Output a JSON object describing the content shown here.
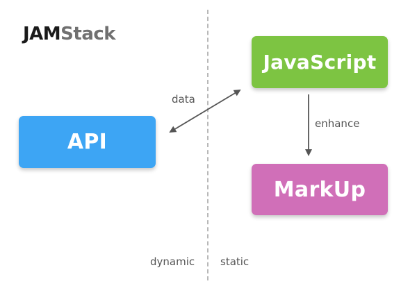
{
  "title": {
    "part1": "JAM",
    "part2": "Stack"
  },
  "boxes": {
    "javascript": {
      "label": "JavaScript",
      "color": "#7dc442"
    },
    "api": {
      "label": "API",
      "color": "#3da5f4"
    },
    "markup": {
      "label": "MarkUp",
      "color": "#d06fb8"
    }
  },
  "edges": {
    "data": {
      "label": "data"
    },
    "enhance": {
      "label": "enhance"
    }
  },
  "regions": {
    "left": "dynamic",
    "right": "static"
  },
  "colors": {
    "arrow": "#555555",
    "divider": "#b8b8b8"
  }
}
